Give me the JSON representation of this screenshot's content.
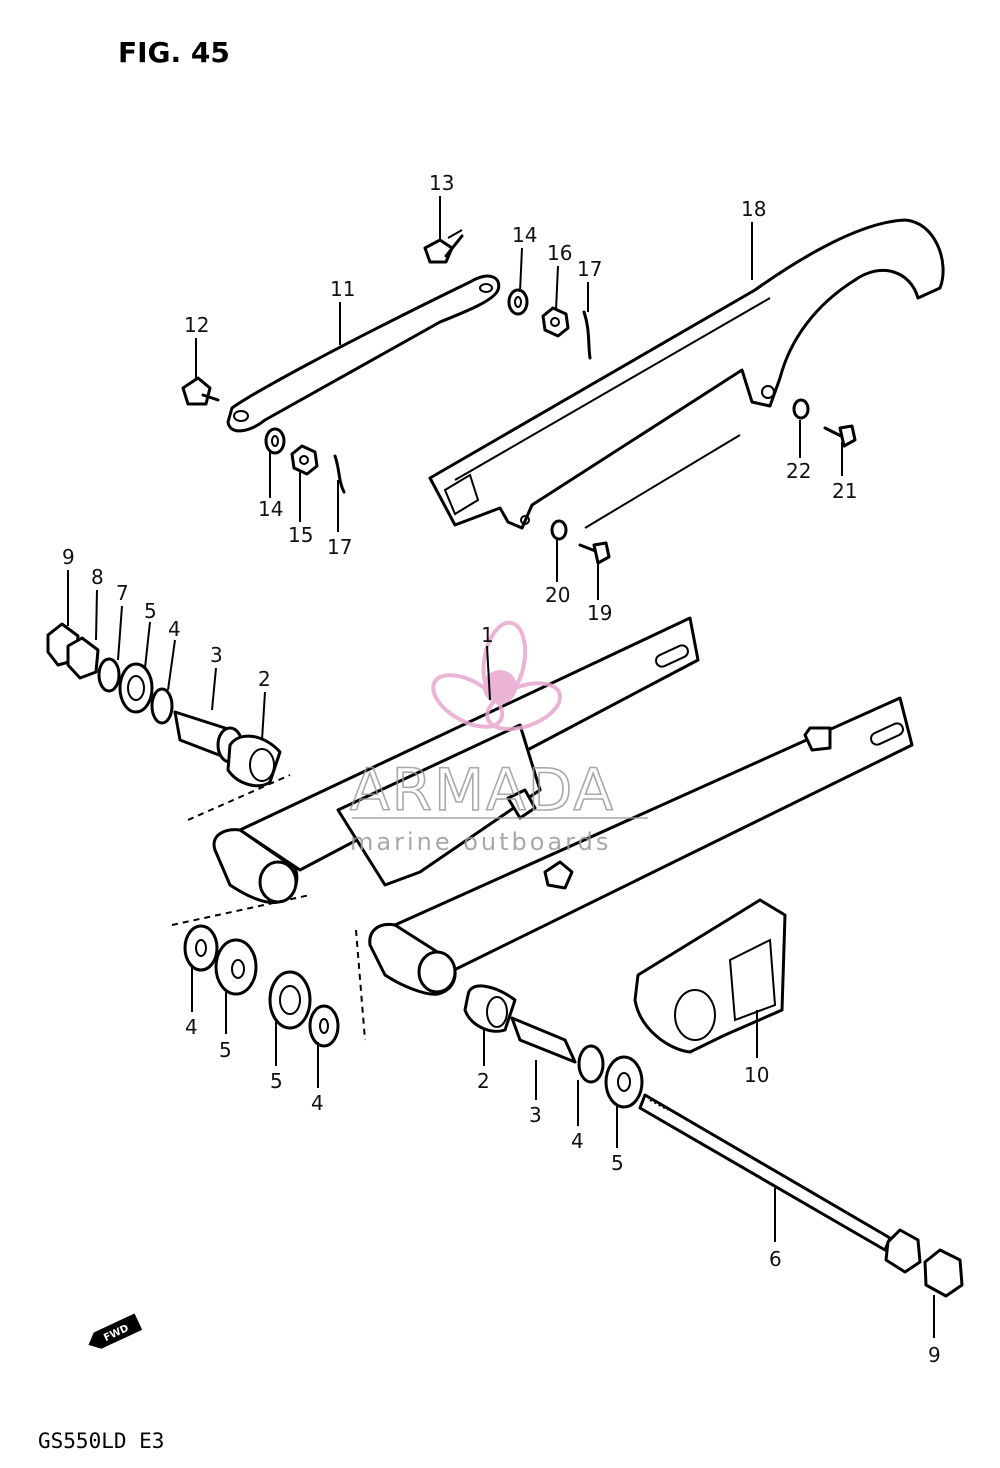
{
  "figure": {
    "title": "FIG. 45",
    "model": "GS550LD E3"
  },
  "watermark": {
    "brand": "ARMADA",
    "tagline": "marine outboards",
    "logo_color": "#e8a8d0"
  },
  "fwd_marker": {
    "text": "FWD"
  },
  "callouts": [
    {
      "id": "c13",
      "text": "13"
    },
    {
      "id": "c18",
      "text": "18"
    },
    {
      "id": "c14a",
      "text": "14"
    },
    {
      "id": "c16",
      "text": "16"
    },
    {
      "id": "c17a",
      "text": "17"
    },
    {
      "id": "c11",
      "text": "11"
    },
    {
      "id": "c12",
      "text": "12"
    },
    {
      "id": "c14b",
      "text": "14"
    },
    {
      "id": "c15",
      "text": "15"
    },
    {
      "id": "c17b",
      "text": "17"
    },
    {
      "id": "c22",
      "text": "22"
    },
    {
      "id": "c21",
      "text": "21"
    },
    {
      "id": "c20",
      "text": "20"
    },
    {
      "id": "c19",
      "text": "19"
    },
    {
      "id": "c9a",
      "text": "9"
    },
    {
      "id": "c8",
      "text": "8"
    },
    {
      "id": "c7",
      "text": "7"
    },
    {
      "id": "c5a",
      "text": "5"
    },
    {
      "id": "c4a",
      "text": "4"
    },
    {
      "id": "c3a",
      "text": "3"
    },
    {
      "id": "c2a",
      "text": "2"
    },
    {
      "id": "c1",
      "text": "1"
    },
    {
      "id": "c4b",
      "text": "4"
    },
    {
      "id": "c5b",
      "text": "5"
    },
    {
      "id": "c5c",
      "text": "5"
    },
    {
      "id": "c4c",
      "text": "4"
    },
    {
      "id": "c2b",
      "text": "2"
    },
    {
      "id": "c3b",
      "text": "3"
    },
    {
      "id": "c4d",
      "text": "4"
    },
    {
      "id": "c5d",
      "text": "5"
    },
    {
      "id": "c10",
      "text": "10"
    },
    {
      "id": "c6",
      "text": "6"
    },
    {
      "id": "c9b",
      "text": "9"
    }
  ]
}
